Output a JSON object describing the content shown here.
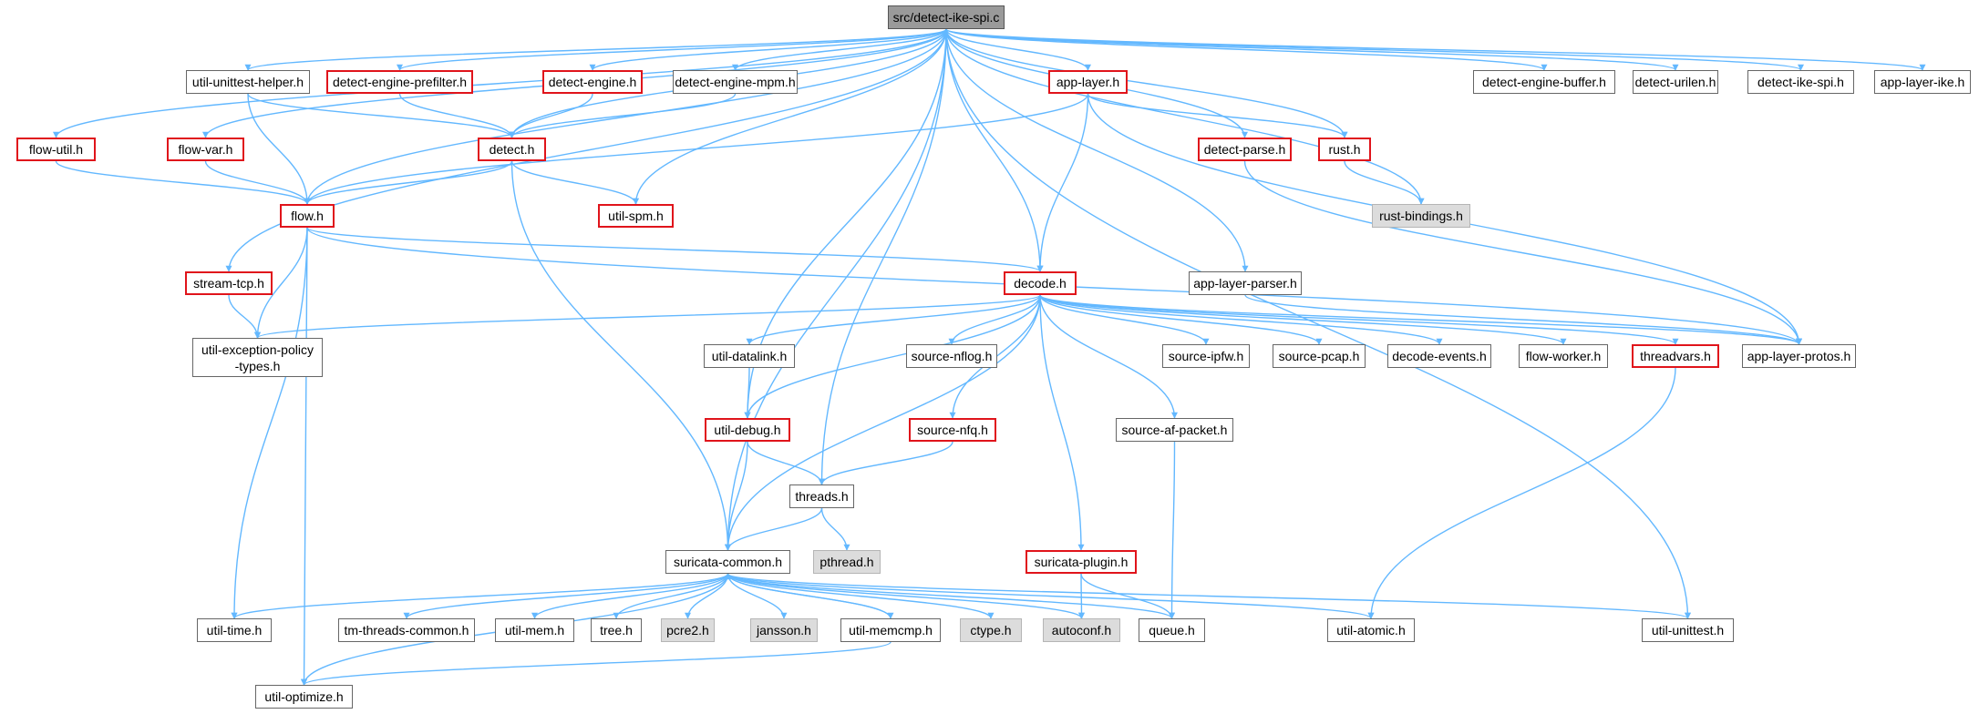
{
  "nodes": {
    "root": "src/detect-ike-spi.c",
    "util_unittest_helper": "util-unittest-helper.h",
    "detect_engine_prefilter": "detect-engine-prefilter.h",
    "detect_engine": "detect-engine.h",
    "detect_engine_mpm": "detect-engine-mpm.h",
    "app_layer": "app-layer.h",
    "detect_engine_buffer": "detect-engine-buffer.h",
    "detect_urilen": "detect-urilen.h",
    "detect_ike_spi": "detect-ike-spi.h",
    "app_layer_ike": "app-layer-ike.h",
    "flow_util": "flow-util.h",
    "flow_var": "flow-var.h",
    "detect": "detect.h",
    "detect_parse": "detect-parse.h",
    "rust": "rust.h",
    "flow": "flow.h",
    "util_spm": "util-spm.h",
    "rust_bindings": "rust-bindings.h",
    "stream_tcp": "stream-tcp.h",
    "decode": "decode.h",
    "app_layer_parser": "app-layer-parser.h",
    "util_exception_policy_1": "util-exception-policy",
    "util_exception_policy_2": "-types.h",
    "util_datalink": "util-datalink.h",
    "source_nflog": "source-nflog.h",
    "source_ipfw": "source-ipfw.h",
    "source_pcap": "source-pcap.h",
    "decode_events": "decode-events.h",
    "flow_worker": "flow-worker.h",
    "threadvars": "threadvars.h",
    "app_layer_protos": "app-layer-protos.h",
    "util_debug": "util-debug.h",
    "source_nfq": "source-nfq.h",
    "source_af_packet": "source-af-packet.h",
    "threads": "threads.h",
    "pthread": "pthread.h",
    "suricata_common": "suricata-common.h",
    "suricata_plugin": "suricata-plugin.h",
    "util_time": "util-time.h",
    "tm_threads_common": "tm-threads-common.h",
    "util_mem": "util-mem.h",
    "tree": "tree.h",
    "pcre2": "pcre2.h",
    "jansson": "jansson.h",
    "util_memcmp": "util-memcmp.h",
    "ctype": "ctype.h",
    "autoconf": "autoconf.h",
    "queue": "queue.h",
    "util_atomic": "util-atomic.h",
    "util_unittest": "util-unittest.h",
    "util_optimize": "util-optimize.h"
  },
  "colors": {
    "edge": "#63b8ff",
    "border_default": "#666666",
    "border_incomplete": "#e0141b",
    "fill_external": "#dcdcdc",
    "fill_root": "#9a9a9a"
  }
}
